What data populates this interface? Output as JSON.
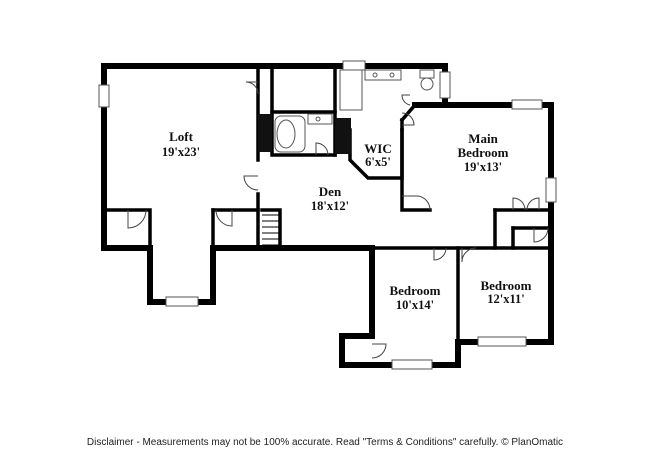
{
  "rooms": {
    "loft": {
      "name": "Loft",
      "dim": "19'x23'"
    },
    "wic": {
      "name": "WIC",
      "dim": "6'x5'"
    },
    "main_bedroom": {
      "name_line1": "Main",
      "name_line2": "Bedroom",
      "dim": "19'x13'"
    },
    "den": {
      "name": "Den",
      "dim": "18'x12'"
    },
    "bedroom_2": {
      "name": "Bedroom",
      "dim": "10'x14'"
    },
    "bedroom_3": {
      "name": "Bedroom",
      "dim": "12'x11'"
    }
  },
  "disclaimer": "Disclaimer - Measurements may not be 100% accurate. Read \"Terms & Conditions\" carefully. © PlanOmatic"
}
